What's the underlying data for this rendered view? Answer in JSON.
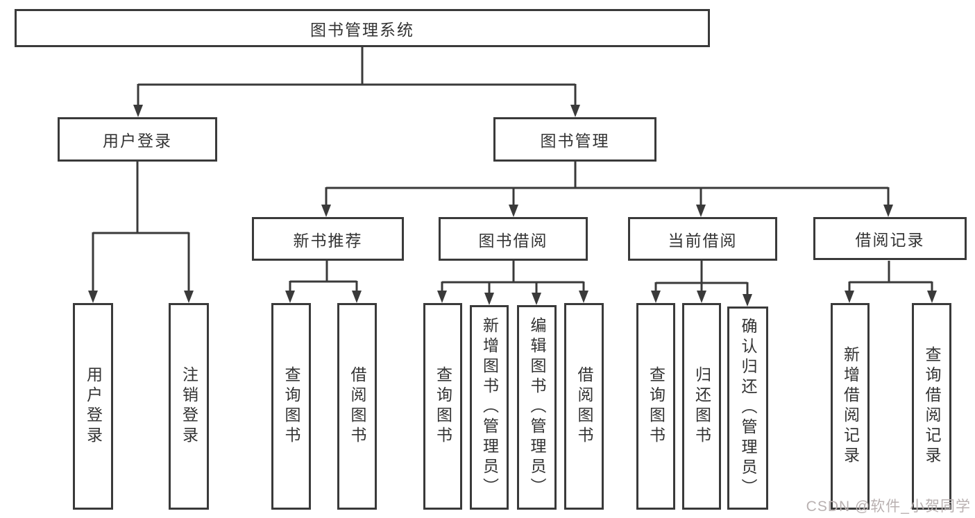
{
  "colors": {
    "line": "#3a3a3a",
    "box_border": "#3a3a3a",
    "text": "#333333",
    "background": "#ffffff",
    "watermark": "#b9b1b1"
  },
  "diagram": {
    "root": {
      "label": "图书管理系统"
    },
    "branches": [
      {
        "label": "用户登录",
        "children": [
          {
            "label": "用户登录"
          },
          {
            "label": "注销登录"
          }
        ]
      },
      {
        "label": "图书管理",
        "children": [
          {
            "label": "新书推荐",
            "children": [
              {
                "label": "查询图书"
              },
              {
                "label": "借阅图书"
              }
            ]
          },
          {
            "label": "图书借阅",
            "children": [
              {
                "label": "查询图书"
              },
              {
                "label": "新增图书（管理员）"
              },
              {
                "label": "编辑图书（管理员）"
              },
              {
                "label": "借阅图书"
              }
            ]
          },
          {
            "label": "当前借阅",
            "children": [
              {
                "label": "查询图书"
              },
              {
                "label": "归还图书"
              },
              {
                "label": "确认归还（管理员）"
              }
            ]
          },
          {
            "label": "借阅记录",
            "children": [
              {
                "label": "新增借阅记录"
              },
              {
                "label": "查询借阅记录"
              }
            ]
          }
        ]
      }
    ]
  },
  "watermark": {
    "text": "CSDN @软件_小贺同学"
  }
}
